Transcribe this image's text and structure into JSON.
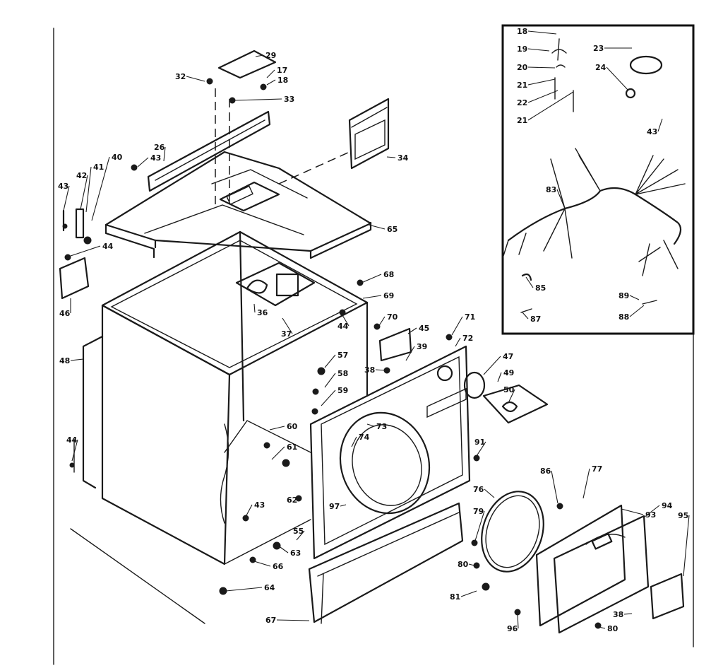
{
  "diagram": {
    "callouts": [
      {
        "id": "p29",
        "label": "29"
      },
      {
        "id": "p32",
        "label": "32"
      },
      {
        "id": "p17",
        "label": "17"
      },
      {
        "id": "p18a",
        "label": "18"
      },
      {
        "id": "p33",
        "label": "33"
      },
      {
        "id": "p26",
        "label": "26"
      },
      {
        "id": "p43a",
        "label": "43"
      },
      {
        "id": "p40",
        "label": "40"
      },
      {
        "id": "p42",
        "label": "42"
      },
      {
        "id": "p41",
        "label": "41"
      },
      {
        "id": "p43b",
        "label": "43"
      },
      {
        "id": "p34",
        "label": "34"
      },
      {
        "id": "p65",
        "label": "65"
      },
      {
        "id": "p44a",
        "label": "44"
      },
      {
        "id": "p46",
        "label": "46"
      },
      {
        "id": "p48",
        "label": "48"
      },
      {
        "id": "p44b",
        "label": "44"
      },
      {
        "id": "p68",
        "label": "68"
      },
      {
        "id": "p69",
        "label": "69"
      },
      {
        "id": "p36",
        "label": "36"
      },
      {
        "id": "p37",
        "label": "37"
      },
      {
        "id": "p44c",
        "label": "44"
      },
      {
        "id": "p70",
        "label": "70"
      },
      {
        "id": "p45",
        "label": "45"
      },
      {
        "id": "p71",
        "label": "71"
      },
      {
        "id": "p72",
        "label": "72"
      },
      {
        "id": "p39",
        "label": "39"
      },
      {
        "id": "p38a",
        "label": "38"
      },
      {
        "id": "p57",
        "label": "57"
      },
      {
        "id": "p58",
        "label": "58"
      },
      {
        "id": "p59",
        "label": "59"
      },
      {
        "id": "p47",
        "label": "47"
      },
      {
        "id": "p49",
        "label": "49"
      },
      {
        "id": "p50",
        "label": "50"
      },
      {
        "id": "p60",
        "label": "60"
      },
      {
        "id": "p61a",
        "label": "61"
      },
      {
        "id": "p73",
        "label": "73"
      },
      {
        "id": "p74",
        "label": "74"
      },
      {
        "id": "p91",
        "label": "91"
      },
      {
        "id": "p62",
        "label": "62"
      },
      {
        "id": "p43c",
        "label": "43"
      },
      {
        "id": "p97",
        "label": "97"
      },
      {
        "id": "p55",
        "label": "55"
      },
      {
        "id": "p63",
        "label": "63"
      },
      {
        "id": "p66",
        "label": "66"
      },
      {
        "id": "p64",
        "label": "64"
      },
      {
        "id": "p67",
        "label": "67"
      },
      {
        "id": "p76",
        "label": "76"
      },
      {
        "id": "p79",
        "label": "79"
      },
      {
        "id": "p86",
        "label": "86"
      },
      {
        "id": "p77",
        "label": "77"
      },
      {
        "id": "p93",
        "label": "93"
      },
      {
        "id": "p94",
        "label": "94"
      },
      {
        "id": "p95",
        "label": "95"
      },
      {
        "id": "p80a",
        "label": "80"
      },
      {
        "id": "p81",
        "label": "81"
      },
      {
        "id": "p96",
        "label": "96"
      },
      {
        "id": "p38b",
        "label": "38"
      },
      {
        "id": "p80b",
        "label": "80"
      }
    ],
    "inset_callouts": [
      {
        "id": "i18",
        "label": "18"
      },
      {
        "id": "i19",
        "label": "19"
      },
      {
        "id": "i20",
        "label": "20"
      },
      {
        "id": "i21a",
        "label": "21"
      },
      {
        "id": "i22",
        "label": "22"
      },
      {
        "id": "i21b",
        "label": "21"
      },
      {
        "id": "i23",
        "label": "23"
      },
      {
        "id": "i24",
        "label": "24"
      },
      {
        "id": "i43",
        "label": "43"
      },
      {
        "id": "i83",
        "label": "83"
      },
      {
        "id": "i85",
        "label": "85"
      },
      {
        "id": "i89",
        "label": "89"
      },
      {
        "id": "i87",
        "label": "87"
      },
      {
        "id": "i88",
        "label": "88"
      }
    ]
  }
}
